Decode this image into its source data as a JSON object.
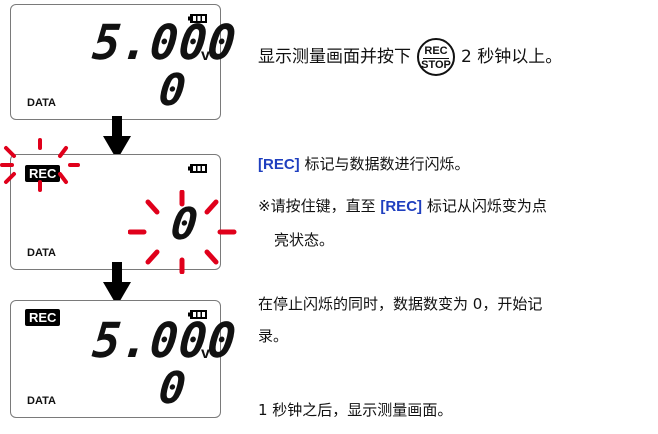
{
  "screens": [
    {
      "reading": "5.000",
      "unit": "v",
      "count": "0",
      "data_label": "DATA"
    },
    {
      "rec_label": "REC",
      "count": "0",
      "data_label": "DATA"
    },
    {
      "rec_label": "REC",
      "reading": "5.000",
      "unit": "v",
      "count": "0",
      "data_label": "DATA"
    }
  ],
  "instructions": {
    "step1_before": "显示测量画面并按下",
    "button_top": "REC",
    "button_bottom": "STOP",
    "step1_after": "2 秒钟以上。",
    "step2_kw": "[REC]",
    "step2_text": "标记与数据数进行闪烁。",
    "step3_prefix": "※请按住键，直至",
    "step3_kw": "[REC]",
    "step3_text": "标记从闪烁变为点",
    "step3_line2": "亮状态。",
    "step4_line1": "在停止闪烁的同时，数据数变为 0，开始记",
    "step4_line2": "录。",
    "step5": "1 秒钟之后，显示测量画面。"
  },
  "colors": {
    "blink_red": "#e0001b",
    "keyword_blue": "#1f3fbf"
  },
  "icons": [
    "battery-icon",
    "down-arrow-icon",
    "blink-ray-icon",
    "rec-stop-button-icon"
  ]
}
